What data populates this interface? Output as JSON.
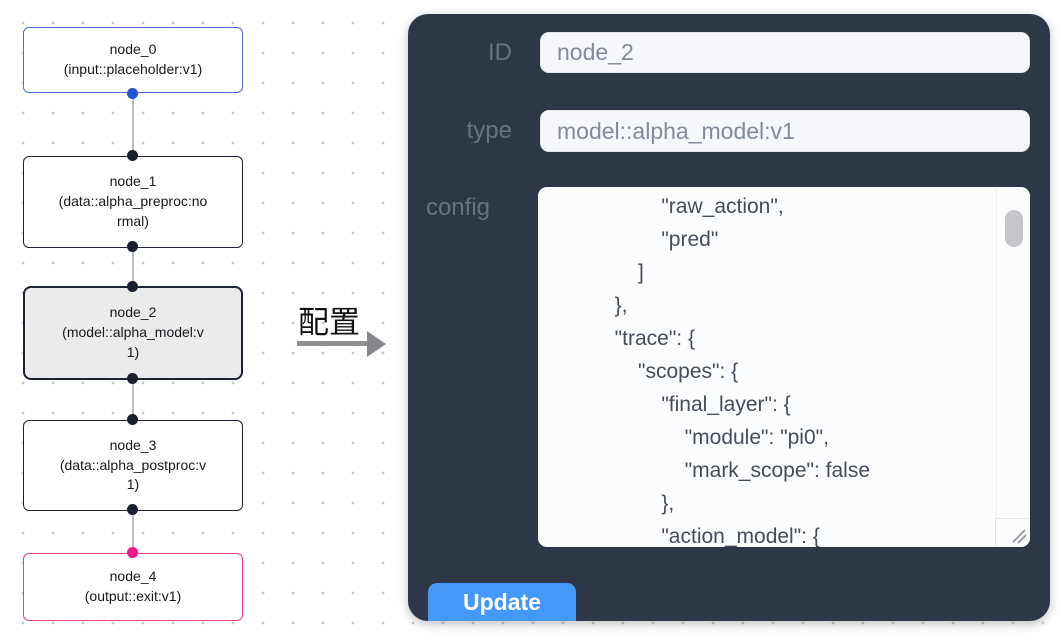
{
  "canvas": {
    "edge_color": "#babdc3",
    "nodes": [
      {
        "id": "node_0",
        "title": "node_0",
        "subtitle": "(input::placeholder:v1)",
        "border_color": "#4b6fd6",
        "fill": "#ffffff",
        "port_color": "#2156d8",
        "selected": false,
        "ports": [
          "out"
        ]
      },
      {
        "id": "node_1",
        "title": "node_1",
        "subtitle": "(data::alpha_preproc:normal)",
        "border_color": "#1d2234",
        "fill": "#ffffff",
        "port_color": "#1b2030",
        "selected": false,
        "ports": [
          "in",
          "out"
        ]
      },
      {
        "id": "node_2",
        "title": "node_2",
        "subtitle": "(model::alpha_model:v1)",
        "border_color": "#1d2234",
        "fill": "#ebebeb",
        "port_color": "#1b2030",
        "selected": true,
        "ports": [
          "in",
          "out"
        ]
      },
      {
        "id": "node_3",
        "title": "node_3",
        "subtitle": "(data::alpha_postproc:v1)",
        "border_color": "#1d2234",
        "fill": "#ffffff",
        "port_color": "#1b2030",
        "selected": false,
        "ports": [
          "in",
          "out"
        ]
      },
      {
        "id": "node_4",
        "title": "node_4",
        "subtitle": "(output::exit:v1)",
        "border_color": "#ee3c8a",
        "fill": "#ffffff",
        "port_color": "#ef188a",
        "selected": false,
        "ports": [
          "in"
        ]
      }
    ]
  },
  "annotation": {
    "label": "配置",
    "arrow_color": "#8e9094"
  },
  "panel": {
    "background": "#2d3748",
    "label_color": "#69727f",
    "fields": [
      {
        "label": "ID",
        "value": "node_2"
      },
      {
        "label": "type",
        "value": "model::alpha_model:v1"
      }
    ],
    "config": {
      "label": "config",
      "text": "                \"raw_action\",\n                \"pred\"\n            ]\n        },\n        \"trace\": {\n            \"scopes\": {\n                \"final_layer\": {\n                    \"module\": \"pi0\",\n                    \"mark_scope\": false\n                },\n                \"action_model\": {"
    },
    "update_label": "Update",
    "update_color": "#4498f8"
  }
}
